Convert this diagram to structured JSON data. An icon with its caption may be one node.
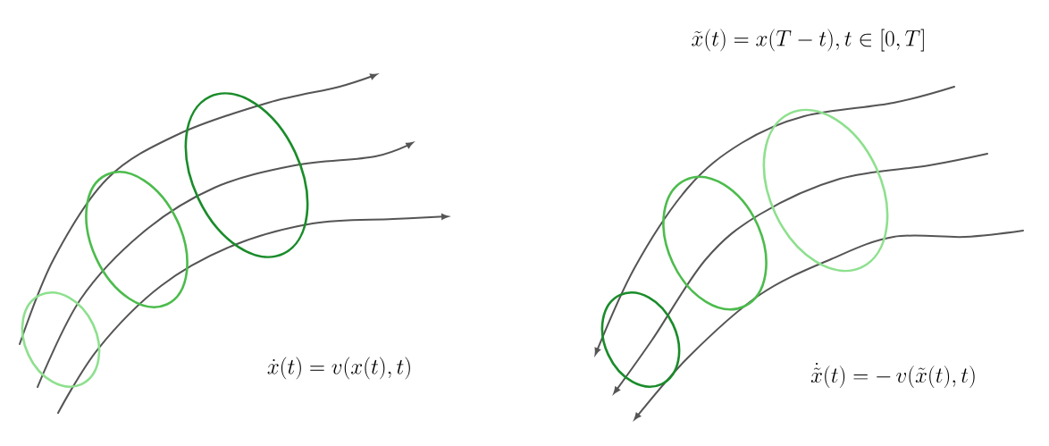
{
  "diagram": {
    "labels": [
      "\\tilde{x}(t) = x(T-t), t \\in [0,T]",
      "\\dot{x}(t) = v(x(t),t)",
      "\\dot{\\tilde{x}}(t) = -\\,v(\\tilde{x}(t),t)"
    ]
  }
}
